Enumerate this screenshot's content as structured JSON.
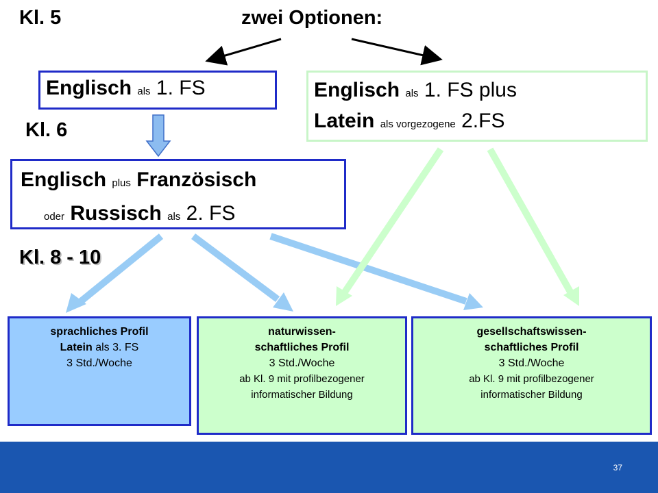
{
  "headers": {
    "kl5": "Kl. 5",
    "options": "zwei Optionen:",
    "kl6": "Kl. 6",
    "kl8_10": "Kl. 8 - 10"
  },
  "box1": {
    "lang": "Englisch",
    "als": "als",
    "fs": "1. FS"
  },
  "box2": {
    "line1_lang": "Englisch",
    "line1_als": "als",
    "line1_fs": "1. FS plus",
    "line2_lang": "Latein",
    "line2_als": "als vorgezogene",
    "line2_fs": "2.FS"
  },
  "box3": {
    "lang1": "Englisch",
    "plus": "plus",
    "lang2": "Französisch",
    "oder": "oder",
    "lang3": "Russisch",
    "als": "als",
    "fs": "2. FS"
  },
  "profiles": [
    {
      "title": "sprachliches Profil",
      "line2_bold": "Latein",
      "line2_rest": "als 3. FS",
      "hours": "3 Std./Woche"
    },
    {
      "title1": "naturwissen-",
      "title2": "schaftliches Profil",
      "hours": "3 Std./Woche",
      "note1": "ab Kl. 9 mit profilbezogener",
      "note2": "informatischer Bildung"
    },
    {
      "title1": "gesellschaftswissen-",
      "title2": "schaftliches Profil",
      "hours": "3 Std./Woche",
      "note1": "ab Kl. 9 mit profilbezogener",
      "note2": "informatischer Bildung"
    }
  ],
  "page_number": "37",
  "colors": {
    "blue_border": "#1f2bc8",
    "green_border": "#c8f5c8",
    "blue_fill": "#99ccff",
    "green_fill": "#ccffcc",
    "blue_arrow": "#99ccf5",
    "green_arrow": "#ccffcc",
    "footer": "#1a56b0"
  }
}
